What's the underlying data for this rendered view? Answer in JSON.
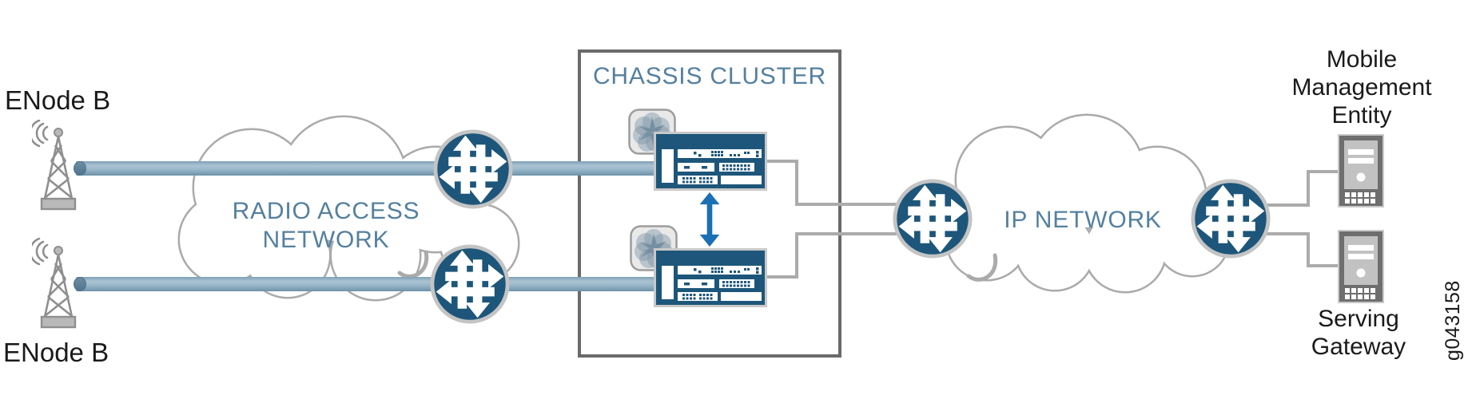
{
  "diagram": {
    "type": "network-topology",
    "background": "#ffffff"
  },
  "labels": {
    "enodeb_top": "ENode B",
    "enodeb_bottom": "ENode B",
    "ran_line1": "RADIO ACCESS",
    "ran_line2": "NETWORK",
    "chassis_title": "CHASSIS CLUSTER",
    "ip_network": "IP NETWORK",
    "mme_line1": "Mobile",
    "mme_line2": "Management",
    "mme_line3": "Entity",
    "sg_line1": "Serving",
    "sg_line2": "Gateway",
    "figure_id": "g043158"
  },
  "icons": {
    "antenna": "enodeb-antenna-icon",
    "cloud": "network-cloud-icon",
    "router": "juniper-router-icon",
    "cluster_node": "cluster-node-flower-icon",
    "firewall_device": "srx-chassis-icon",
    "ha_link": "double-arrow-icon",
    "server": "server-tower-icon"
  },
  "colors": {
    "navy": "#1d567a",
    "steel_text": "#54809f",
    "arrow_blue": "#1a6fb5",
    "cloud_stroke": "#aaaaaa",
    "box_border": "#6a6a6a",
    "line_gray": "#ababab",
    "icon_gray": "#8f8f8f",
    "pipe_light": "#a9c3d3",
    "pipe_dark": "#6e93a9",
    "black_text": "#1a1a1a"
  }
}
